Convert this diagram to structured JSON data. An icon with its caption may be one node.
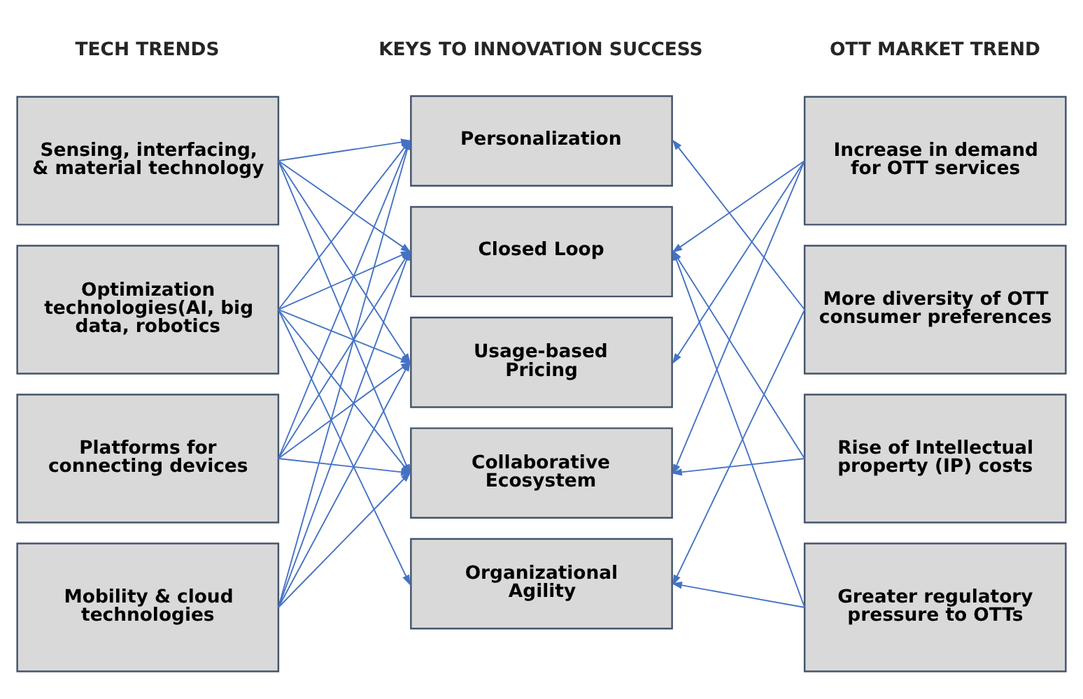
{
  "diagram": {
    "nodes": [
      {
        "text": [
          "Sensing, interfacing, & material technology"
        ]
      },
      {
        "text": [
          "Optimization technologies(AI, big data, robotics"
        ]
      },
      {
        "text": [
          "Platforms for connecting devices"
        ]
      },
      {
        "text": [
          "Mobility & cloud technologies"
        ]
      },
      {
        "text": [
          "Personalization"
        ]
      },
      {
        "text": [
          "Closed Loop"
        ]
      },
      {
        "text": [
          "Usage-based Pricing"
        ]
      },
      {
        "text": [
          "Collaborative Ecosystem"
        ]
      },
      {
        "text": [
          "Organizational Agility"
        ]
      },
      {
        "text": [
          "Increase in demand for OTT services"
        ]
      },
      {
        "text": [
          "More diversity of OTT consumer preferences"
        ]
      },
      {
        "text": [
          "Rise of Intellectual property (IP) costs"
        ]
      },
      {
        "text": [
          "Greater regulatory pressure to OTTs"
        ]
      }
    ],
    "edges": [
      {
        "from": 0,
        "to": 4,
        "arrow": "to"
      },
      {
        "from": 0,
        "to": 5,
        "arrow": "to"
      },
      {
        "from": 0,
        "to": 6,
        "arrow": "to"
      },
      {
        "from": 0,
        "to": 7,
        "arrow": "to"
      },
      {
        "from": 1,
        "to": 4,
        "arrow": "to"
      },
      {
        "from": 1,
        "to": 5,
        "arrow": "to"
      },
      {
        "from": 1,
        "to": 6,
        "arrow": "to"
      },
      {
        "from": 1,
        "to": 7,
        "arrow": "to"
      },
      {
        "from": 1,
        "to": 8,
        "arrow": "to"
      },
      {
        "from": 2,
        "to": 4,
        "arrow": "to"
      },
      {
        "from": 2,
        "to": 5,
        "arrow": "to"
      },
      {
        "from": 2,
        "to": 6,
        "arrow": "to"
      },
      {
        "from": 2,
        "to": 7,
        "arrow": "to"
      },
      {
        "from": 3,
        "to": 4,
        "arrow": "to"
      },
      {
        "from": 3,
        "to": 5,
        "arrow": "to"
      },
      {
        "from": 3,
        "to": 6,
        "arrow": "to"
      },
      {
        "from": 3,
        "to": 7,
        "arrow": "to"
      },
      {
        "from": 9,
        "to": 5,
        "arrow": "to"
      },
      {
        "from": 9,
        "to": 6,
        "arrow": "to"
      },
      {
        "from": 9,
        "to": 7,
        "arrow": "to"
      },
      {
        "from": 10,
        "to": 4,
        "arrow": "to"
      },
      {
        "from": 10,
        "to": 8,
        "arrow": "to"
      },
      {
        "from": 11,
        "to": 5,
        "arrow": "to"
      },
      {
        "from": 11,
        "to": 7,
        "arrow": "to"
      },
      {
        "from": 12,
        "to": 5,
        "arrow": "to"
      },
      {
        "from": 12,
        "to": 8,
        "arrow": "to"
      }
    ],
    "labels": [
      "TECH TRENDS",
      "KEYS TO INNOVATION SUCCESS",
      "OTT MARKET TREND"
    ]
  }
}
